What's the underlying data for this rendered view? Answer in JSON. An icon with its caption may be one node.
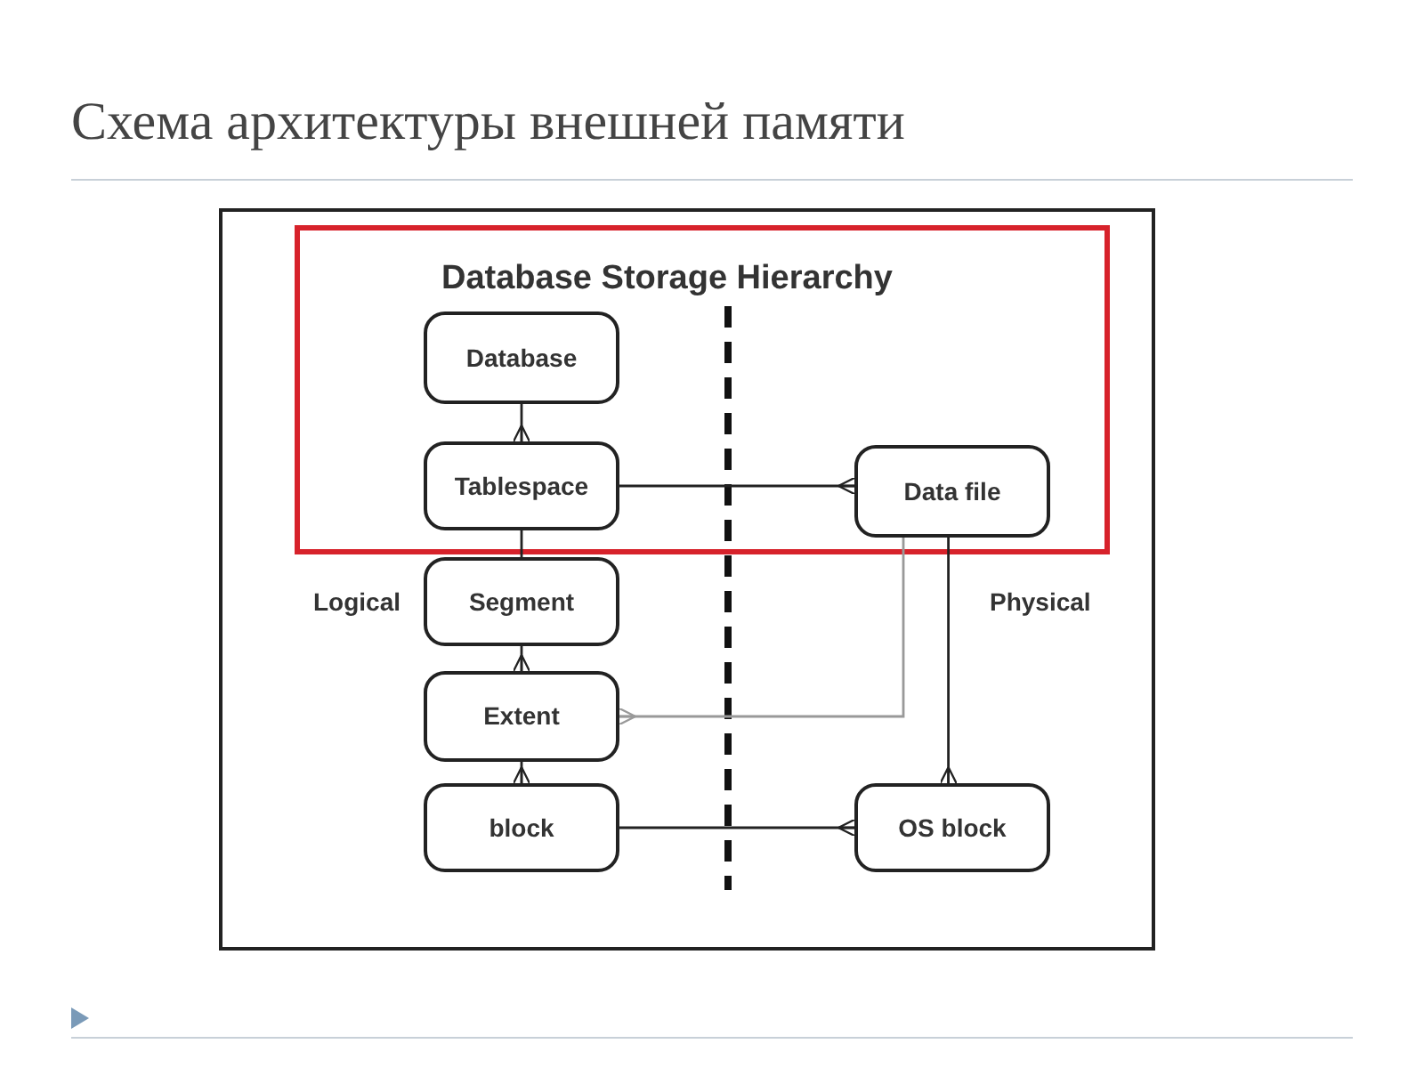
{
  "diagram": {
    "title": "Схема архитектуры внешней памяти",
    "nodes": [
      {
        "text": [
          "Database"
        ]
      },
      {
        "text": [
          "Tablespace"
        ]
      },
      {
        "text": [
          "Data file"
        ]
      },
      {
        "text": [
          "Segment"
        ]
      },
      {
        "text": [
          "Extent"
        ]
      },
      {
        "text": [
          "block"
        ]
      },
      {
        "text": [
          "OS block"
        ]
      }
    ],
    "edges": [
      {
        "from": 0,
        "to": 1,
        "arrow": "other"
      },
      {
        "from": 1,
        "to": 2,
        "arrow": "other"
      },
      {
        "from": 1,
        "to": 3,
        "arrow": "none"
      },
      {
        "from": 3,
        "to": 4,
        "arrow": "other"
      },
      {
        "from": 4,
        "to": 5,
        "arrow": "other"
      },
      {
        "from": 2,
        "to": 4,
        "arrow": "other",
        "color": "#999999"
      },
      {
        "from": 2,
        "to": 6,
        "arrow": "other"
      },
      {
        "from": 5,
        "to": 6,
        "arrow": "other"
      }
    ],
    "labels": [
      "Database Storage Hierarchy",
      "Logical",
      "Physical"
    ]
  }
}
